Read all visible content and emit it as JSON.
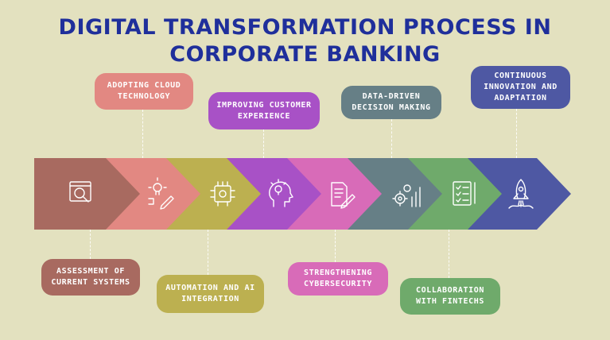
{
  "title": {
    "line1": "DIGITAL TRANSFORMATION PROCESS IN",
    "line2": "CORPORATE BANKING"
  },
  "steps": [
    {
      "line1": "ASSESSMENT OF",
      "line2": "CURRENT SYSTEMS",
      "color": "#a86a60",
      "icon": "magnifier-on-screen-icon"
    },
    {
      "line1": "ADOPTING CLOUD",
      "line2": "TECHNOLOGY",
      "color": "#e28882",
      "icon": "lightbulb-pencil-icon"
    },
    {
      "line1": "AUTOMATION AND AI",
      "line2": "INTEGRATION",
      "color": "#bcb050",
      "icon": "ai-chip-icon"
    },
    {
      "line1": "IMPROVING CUSTOMER",
      "line2": "EXPERIENCE",
      "color": "#a851c6",
      "icon": "head-lightbulb-icon"
    },
    {
      "line1": "STRENGTHENING",
      "line2": "CYBERSECURITY",
      "color": "#d86bb8",
      "icon": "document-pen-icon"
    },
    {
      "line1": "DATA-DRIVEN",
      "line2": "DECISION MAKING",
      "color": "#667f86",
      "icon": "gears-chart-icon"
    },
    {
      "line1": "COLLABORATION",
      "line2": "WITH FINTECHS",
      "color": "#6faa6b",
      "icon": "checklist-icon"
    },
    {
      "line1": "CONTINUOUS",
      "line2": "INNOVATION AND",
      "line3": "ADAPTATION",
      "color": "#4e58a3",
      "icon": "rocket-icon"
    }
  ]
}
